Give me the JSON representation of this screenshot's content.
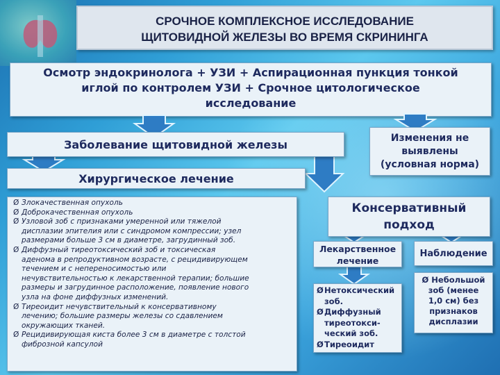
{
  "title": {
    "line1": "СРОЧНОЕ КОМПЛЕКСНОЕ ИССЛЕДОВАНИЕ",
    "line2": "ЩИТОВИДНОЙ ЖЕЛЕЗЫ ВО ВРЕМЯ СКРИНИНГА"
  },
  "combo": {
    "line1": "Осмотр эндокринолога + УЗИ + Аспирационная пункция тонкой",
    "line2": "иглой по контролем УЗИ + Срочное цитологическое",
    "line3": "исследование"
  },
  "disease": "Заболевание щитовидной железы",
  "no_change": {
    "line1": "Изменения не",
    "line2": "выявлены",
    "line3": "(условная норма)"
  },
  "surgery": "Хирургическое лечение",
  "surgery_list": {
    "marker": "Ø",
    "items": [
      [
        "Злокачественная опухоль"
      ],
      [
        "Доброкачественная опухоль"
      ],
      [
        "Узловой зоб с признаками умеренной или тяжелой",
        "дисплазии эпителия или с синдромом компрессии; узел",
        "размерами больше 3 см в диаметре, загрудинный зоб."
      ],
      [
        "Диффузный тиреотоксический зоб и токсическая",
        "аденома в репродуктивном возрасте, с рецидивирующем",
        "течением и с непереносимостью или",
        "нечувствительностью к лекарственной терапии; большие",
        "размеры и загрудинное расположение, появление нового",
        "узла на фоне диффузных изменений."
      ],
      [
        " Тиреоидит нечувствительный к консервативному",
        "лечению; большие размеры железы со сдавлением",
        "окружающих тканей."
      ],
      [
        " Рецидивирующая киста более 3 см в диаметре с толстой",
        "фиброзной капсулой"
      ]
    ]
  },
  "conservative": {
    "line1": "Консервативный",
    "line2": "подход"
  },
  "drug": {
    "line1": "Лекарственное",
    "line2": "лечение"
  },
  "observation": "Наблюдение",
  "drug_list": {
    "marker": "Ø",
    "items": [
      [
        "Нетоксический",
        "зоб."
      ],
      [
        "Диффузный",
        "тиреотокси-",
        "ческий зоб."
      ],
      [
        "Тиреоидит"
      ]
    ]
  },
  "obs_list": {
    "lines": [
      "Ø Небольшой",
      "зоб (менее",
      "1,0 см) без",
      "признаков",
      "дисплазии"
    ]
  }
}
